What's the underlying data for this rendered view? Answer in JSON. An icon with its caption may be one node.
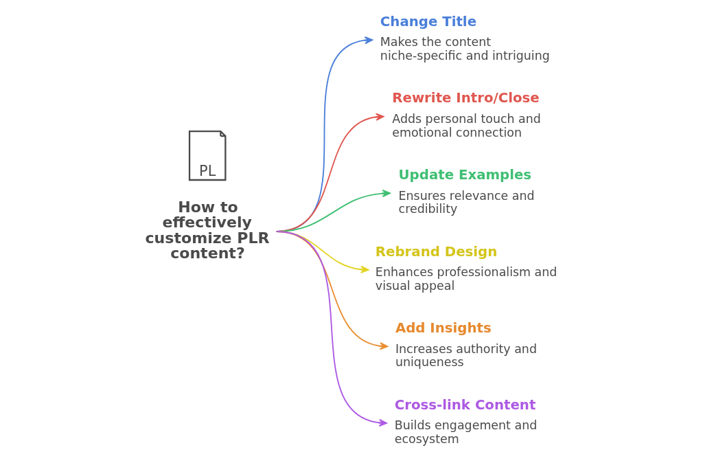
{
  "diagram": {
    "nodes": [
      {
        "text": [
          "PL"
        ]
      },
      {
        "text": [
          "How to effectively customize PLR content?"
        ]
      },
      {
        "text": [
          "Change Title",
          "Makes the content niche-specific and intriguing"
        ]
      },
      {
        "text": [
          "Rewrite Intro/Close",
          "Adds personal touch and emotional connection"
        ]
      },
      {
        "text": [
          "Update Examples",
          "Ensures relevance and credibility"
        ]
      },
      {
        "text": [
          "Rebrand Design",
          "Enhances professionalism and visual appeal"
        ]
      },
      {
        "text": [
          "Add Insights",
          "Increases authority and uniqueness"
        ]
      },
      {
        "text": [
          "Cross-link Content",
          "Builds engagement and ecosystem"
        ]
      }
    ],
    "edges": [
      {
        "from": 1,
        "to": 2,
        "arrow": "to",
        "color": "#4a7fd9"
      },
      {
        "from": 1,
        "to": 3,
        "arrow": "to",
        "color": "#e0574f"
      },
      {
        "from": 1,
        "to": 4,
        "arrow": "to",
        "color": "#3fbf73"
      },
      {
        "from": 1,
        "to": 5,
        "arrow": "to",
        "color": "#e3d21e"
      },
      {
        "from": 1,
        "to": 6,
        "arrow": "to",
        "color": "#ea8f33"
      },
      {
        "from": 1,
        "to": 7,
        "arrow": "to",
        "color": "#ad5ae3"
      }
    ]
  }
}
